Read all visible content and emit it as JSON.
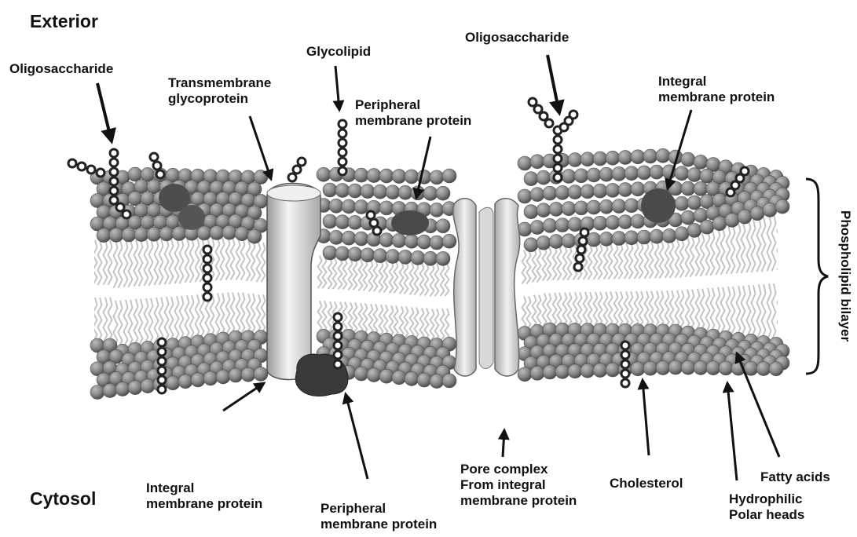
{
  "regions": {
    "exterior": "Exterior",
    "cytosol": "Cytosol"
  },
  "labels": {
    "oligosaccharide_left": "Oligosaccharide",
    "transmembrane_glycoprotein_1": "Transmembrane",
    "transmembrane_glycoprotein_2": "glycoprotein",
    "glycolipid": "Glycolipid",
    "peripheral_top_1": "Peripheral",
    "peripheral_top_2": "membrane protein",
    "oligosaccharide_right": "Oligosaccharide",
    "integral_top_1": "Integral",
    "integral_top_2": "membrane protein",
    "phospholipid_bilayer": "Phospholipid bilayer",
    "fatty_acids": "Fatty acids",
    "integral_bottom_1": "Integral",
    "integral_bottom_2": "membrane protein",
    "peripheral_bottom_1": "Peripheral",
    "peripheral_bottom_2": "membrane protein",
    "pore_1": "Pore complex",
    "pore_2": "From integral",
    "pore_3": "membrane protein",
    "cholesterol": "Cholesterol",
    "hydrophilic_1": "Hydrophilic",
    "hydrophilic_2": "Polar heads"
  },
  "colors": {
    "head": "#8a8a8a",
    "head_shadow": "#555555",
    "tail": "#c4c4c4",
    "protein_dark": "#4d4d4d",
    "protein_light": "#e4e4e4",
    "chain": "#222222",
    "text": "#111111"
  }
}
